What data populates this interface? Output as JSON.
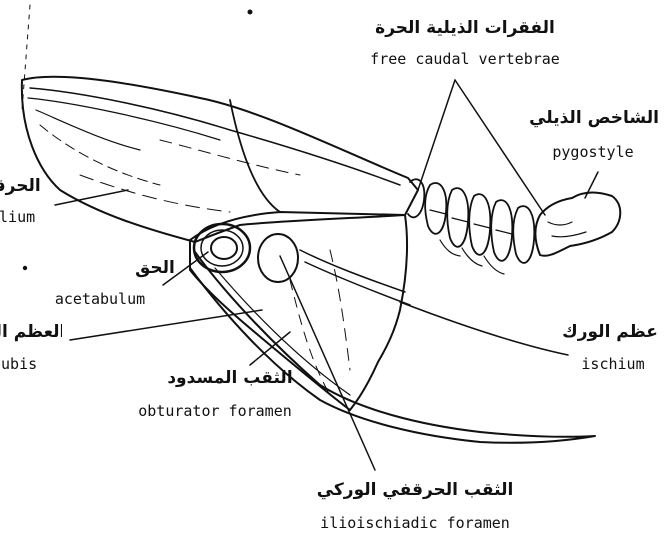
{
  "labels": {
    "free_caudal_vertebrae": {
      "ar": "الفقرات الذيلية الحرة",
      "en": "free caudal vertebrae"
    },
    "pygostyle": {
      "ar": "الشاخص الذيلي",
      "en": "pygostyle"
    },
    "ilium": {
      "ar": "الحرقفة",
      "en": "ilium"
    },
    "acetabulum": {
      "ar": "الحق",
      "en": "acetabulum"
    },
    "ischium": {
      "ar": "عظم الورك",
      "en": "ischium"
    },
    "pubis": {
      "ar": "العظم العاني",
      "en": "pubis"
    },
    "obturator_foramen": {
      "ar": "الثقب المسدود",
      "en": "obturator foramen"
    },
    "ilioischiadic_foramen": {
      "ar": "الثقب الحرقفي الوركي",
      "en": "ilioischiadic foramen"
    }
  },
  "colors": {
    "ink": "#111111",
    "paper": "#ffffff"
  }
}
